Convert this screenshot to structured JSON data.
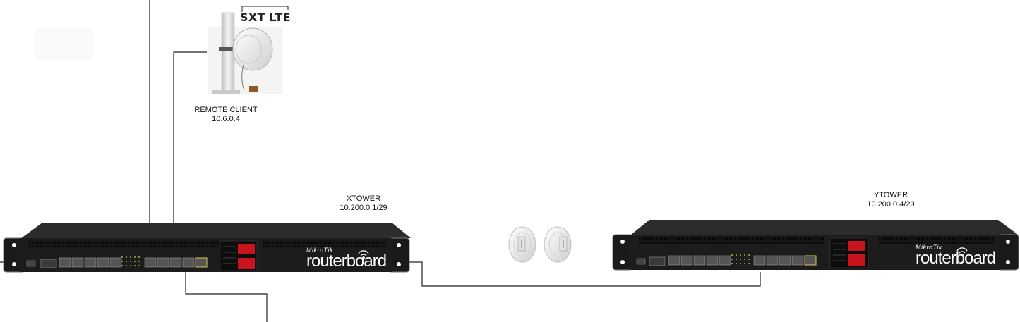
{
  "devices": {
    "sxt": {
      "title": "SXT LTE",
      "icon": "sxt-lte-antenna-icon"
    },
    "remote_client": {
      "name": "REMOTE CLIENT",
      "ip": "10.6.0.4"
    },
    "xtower": {
      "name": "XTOWER",
      "ip": "10.200.0.1/29",
      "brand": "MikroTik",
      "logo": "routerboard"
    },
    "ytower": {
      "name": "YTOWER",
      "ip": "10.200.0.4/29",
      "brand": "MikroTik",
      "logo": "routerboard"
    },
    "ptp_link": {
      "icon": "ptp-dish-antenna-pair-icon"
    }
  },
  "colors": {
    "router_body": "#1c1c1c",
    "router_panel": "#0d0d0d",
    "port": "#555555",
    "sfp_accent": "#d8c35a",
    "status_red": "#c8141e",
    "wire": "#222222"
  }
}
